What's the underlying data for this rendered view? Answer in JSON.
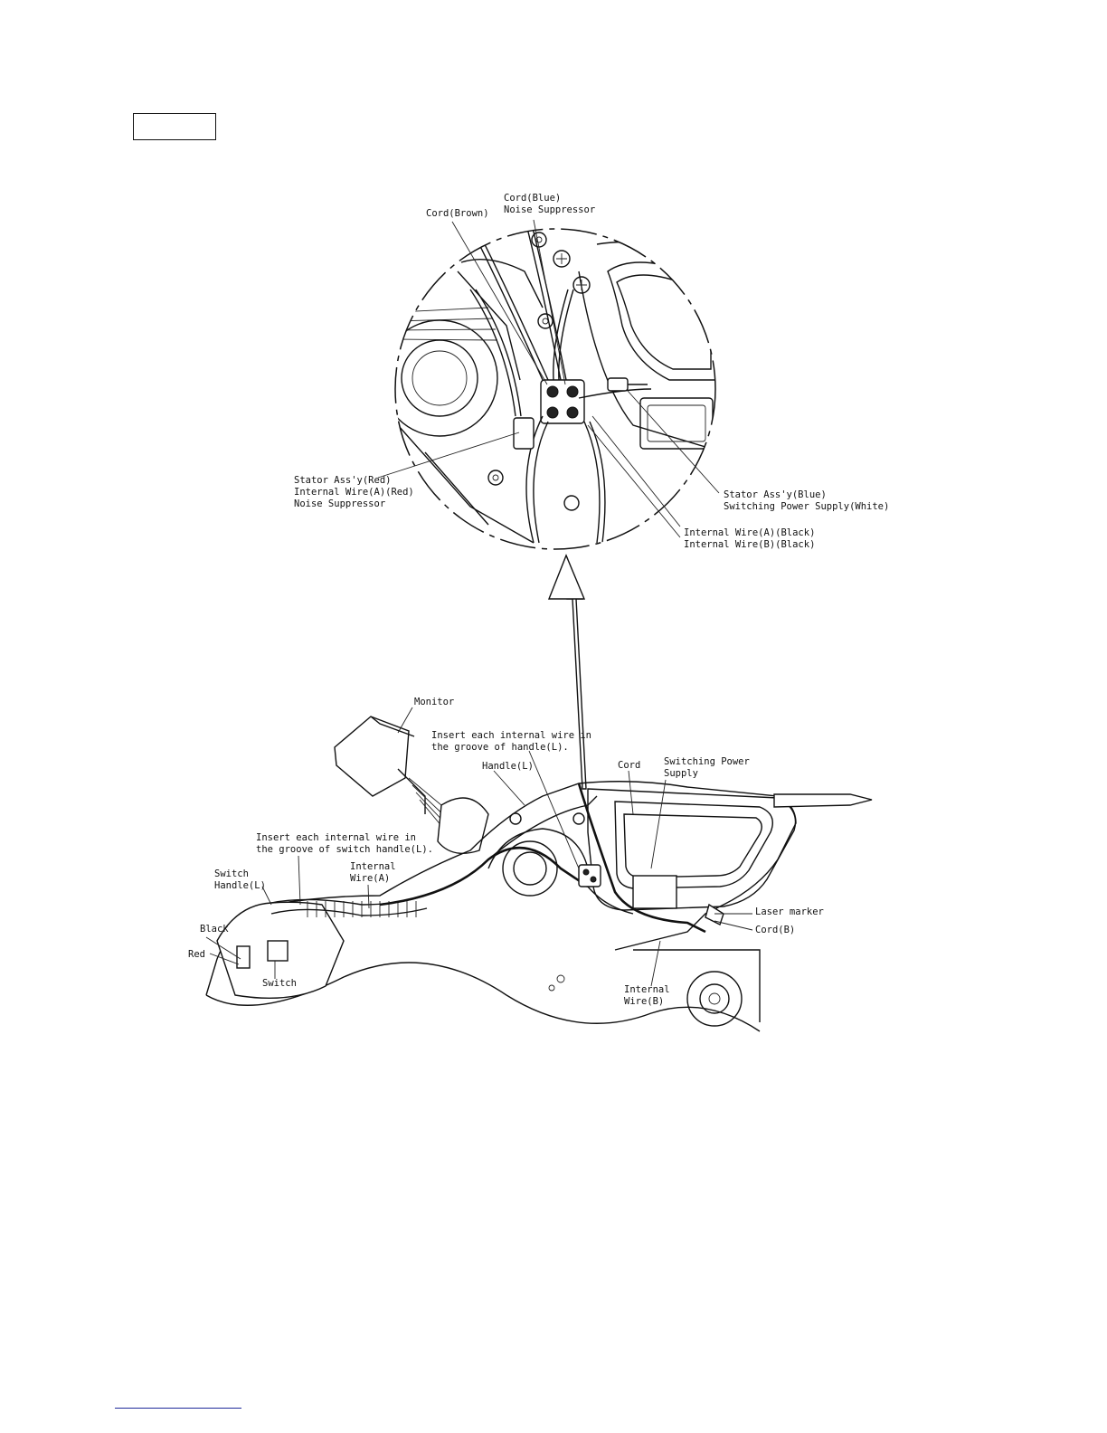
{
  "figure": {
    "label_box_text": "",
    "detail_labels": {
      "cord_blue": "Cord(Blue)",
      "noise_suppressor_top": "Noise Suppressor",
      "cord_brown": "Cord(Brown)",
      "stator_red": "Stator Ass'y(Red)",
      "internal_wire_a_red": "Internal Wire(A)(Red)",
      "noise_suppressor_left": "Noise Suppressor",
      "stator_blue": "Stator Ass'y(Blue)",
      "switching_power_supply_white": "Switching Power Supply(White)",
      "internal_wire_a_black": "Internal Wire(A)(Black)",
      "internal_wire_b_black": "Internal Wire(B)(Black)"
    },
    "main_labels": {
      "monitor": "Monitor",
      "insert_handle_line1": "Insert each internal wire in",
      "insert_handle_line2": "the groove of handle(L).",
      "handle_l": "Handle(L)",
      "cord": "Cord",
      "switching_power_line1": "Switching Power",
      "switching_power_line2": "Supply",
      "insert_switch_line1": "Insert each internal wire in",
      "insert_switch_line2": "the groove of switch handle(L).",
      "switch_handle_line1": "Switch",
      "switch_handle_line2": "Handle(L)",
      "internal_wire_a_line1": "Internal",
      "internal_wire_a_line2": "Wire(A)",
      "black": "Black",
      "red": "Red",
      "switch": "Switch",
      "laser_marker": "Laser marker",
      "cord_b": "Cord(B)",
      "internal_wire_b_line1": "Internal",
      "internal_wire_b_line2": "Wire(B)"
    }
  }
}
